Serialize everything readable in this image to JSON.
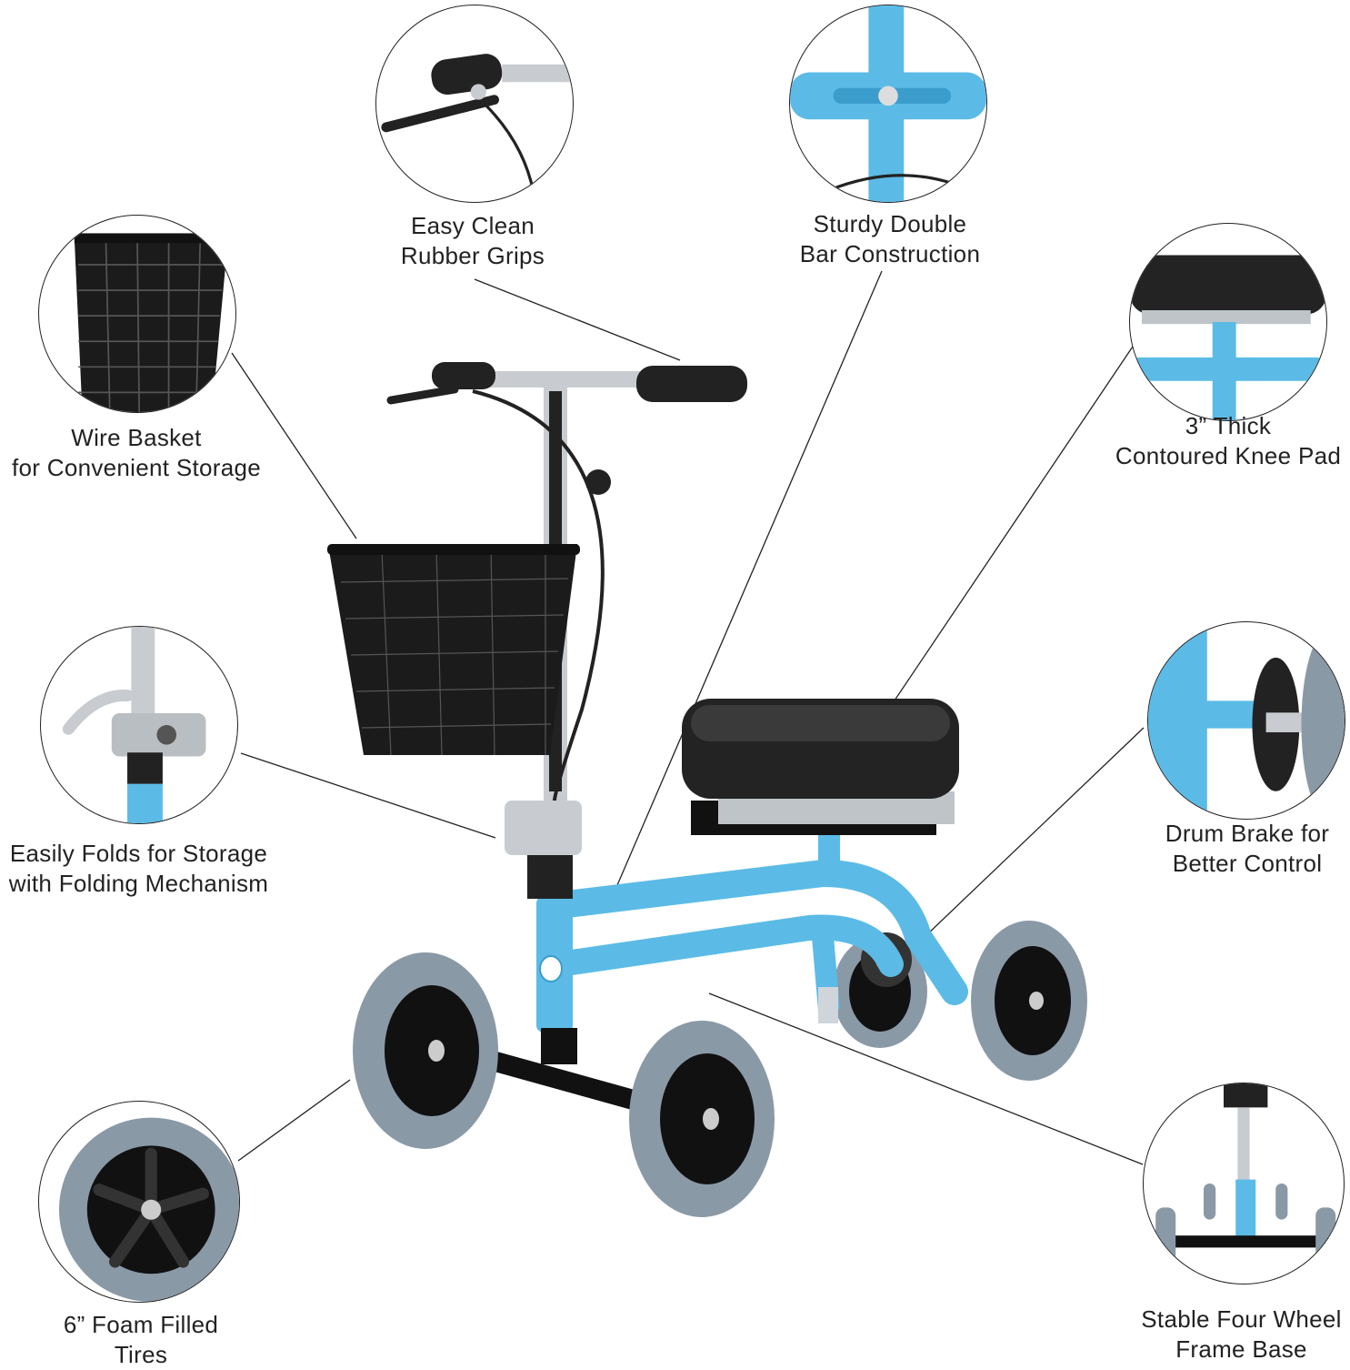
{
  "features": [
    {
      "id": "grips",
      "line1": "Easy Clean",
      "line2": "Rubber Grips"
    },
    {
      "id": "double-bar",
      "line1": "Sturdy Double",
      "line2": "Bar Construction"
    },
    {
      "id": "basket",
      "line1": "Wire Basket",
      "line2": "for Convenient Storage"
    },
    {
      "id": "knee-pad",
      "line1": "3” Thick",
      "line2": "Contoured Knee Pad"
    },
    {
      "id": "folding",
      "line1": "Easily Folds for Storage",
      "line2": "with Folding Mechanism"
    },
    {
      "id": "drum-brake",
      "line1": "Drum Brake for",
      "line2": "Better Control"
    },
    {
      "id": "tires",
      "line1": "6” Foam Filled",
      "line2": "Tires"
    },
    {
      "id": "frame-base",
      "line1": "Stable Four Wheel",
      "line2": "Frame Base"
    }
  ],
  "colors": {
    "frame": "#5bbbe6",
    "frame_dark": "#3a9dcc",
    "tire": "#8a99a6",
    "hub": "#111111",
    "pad": "#222222",
    "line": "#222222"
  },
  "icons": [
    "scooter-image",
    "grip-detail-icon",
    "double-bar-detail-icon",
    "basket-detail-icon",
    "knee-pad-detail-icon",
    "fold-mechanism-detail-icon",
    "drum-brake-detail-icon",
    "tire-detail-icon",
    "frame-base-detail-icon"
  ]
}
